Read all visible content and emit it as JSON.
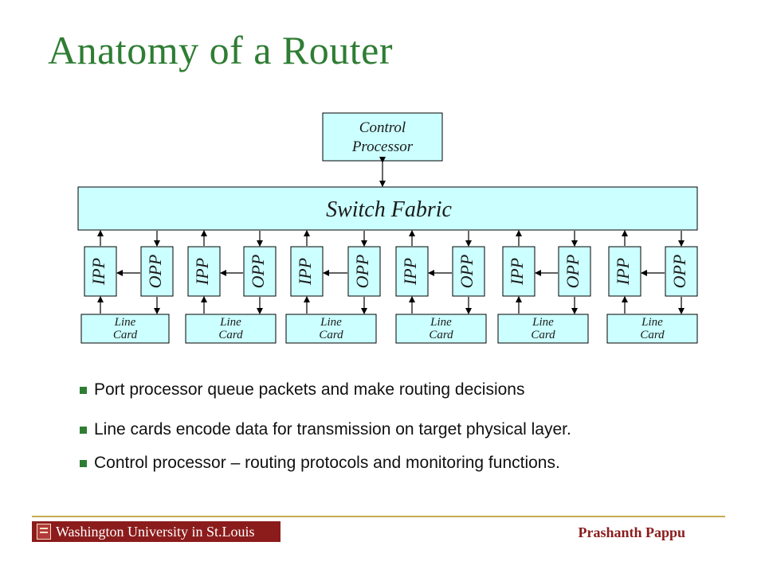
{
  "slide": {
    "title": "Anatomy of a Router",
    "author": "Prashanth Pappu"
  },
  "diagram": {
    "control_processor": [
      "Control",
      "Processor"
    ],
    "switch_fabric": "Switch Fabric",
    "ports": [
      {
        "ipp": "IPP",
        "opp": "OPP",
        "line_card": [
          "Line",
          "Card"
        ]
      },
      {
        "ipp": "IPP",
        "opp": "OPP",
        "line_card": [
          "Line",
          "Card"
        ]
      },
      {
        "ipp": "IPP",
        "opp": "OPP",
        "line_card": [
          "Line",
          "Card"
        ]
      },
      {
        "ipp": "IPP",
        "opp": "OPP",
        "line_card": [
          "Line",
          "Card"
        ]
      },
      {
        "ipp": "IPP",
        "opp": "OPP",
        "line_card": [
          "Line",
          "Card"
        ]
      },
      {
        "ipp": "IPP",
        "opp": "OPP",
        "line_card": [
          "Line",
          "Card"
        ]
      }
    ],
    "box_fill": "#ccffff"
  },
  "bullets": [
    "Port processor queue packets and make routing decisions",
    "Line cards encode data for transmission on target physical layer.",
    "Control processor – routing protocols and monitoring functions."
  ],
  "footer": {
    "logo_text": "Washington University in St.Louis",
    "accent_color": "#2e7d33",
    "logo_color": "#8c1c1c"
  }
}
